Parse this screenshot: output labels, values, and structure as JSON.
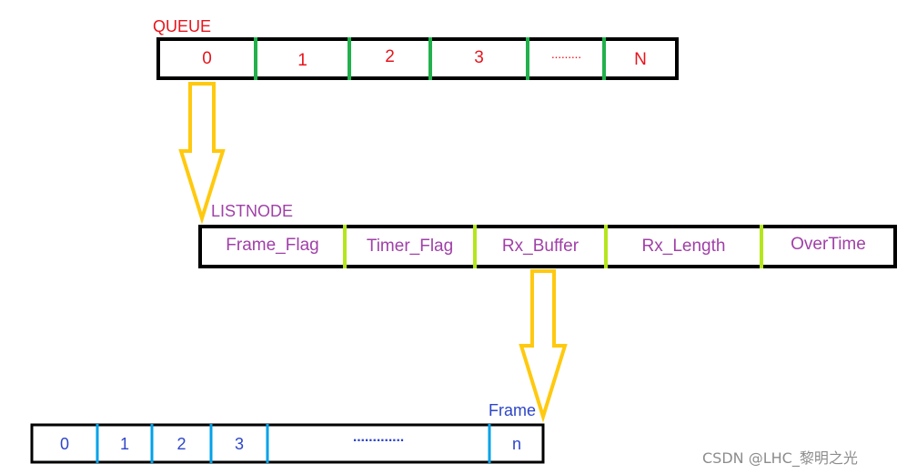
{
  "colors": {
    "queue_text": "#e8141c",
    "listnode_text": "#a040a8",
    "frame_text": "#2e46c8",
    "queue_divider": "#22b14c",
    "listnode_divider": "#b5e61d",
    "frame_divider": "#00a2e8",
    "arrow": "#ffc90e",
    "border": "#000000",
    "watermark": "#8c8c8c"
  },
  "queue": {
    "title": "QUEUE",
    "cells": [
      "0",
      "1",
      "2",
      "3",
      "·········",
      "N"
    ]
  },
  "listnode": {
    "title": "LISTNODE",
    "cells": [
      "Frame_Flag",
      "Timer_Flag",
      "Rx_Buffer",
      "Rx_Length",
      "OverTime"
    ]
  },
  "frame": {
    "title": "Frame",
    "cells": [
      "0",
      "1",
      "2",
      "3",
      "·············",
      "n"
    ]
  },
  "watermark": "CSDN @LHC_黎明之光"
}
